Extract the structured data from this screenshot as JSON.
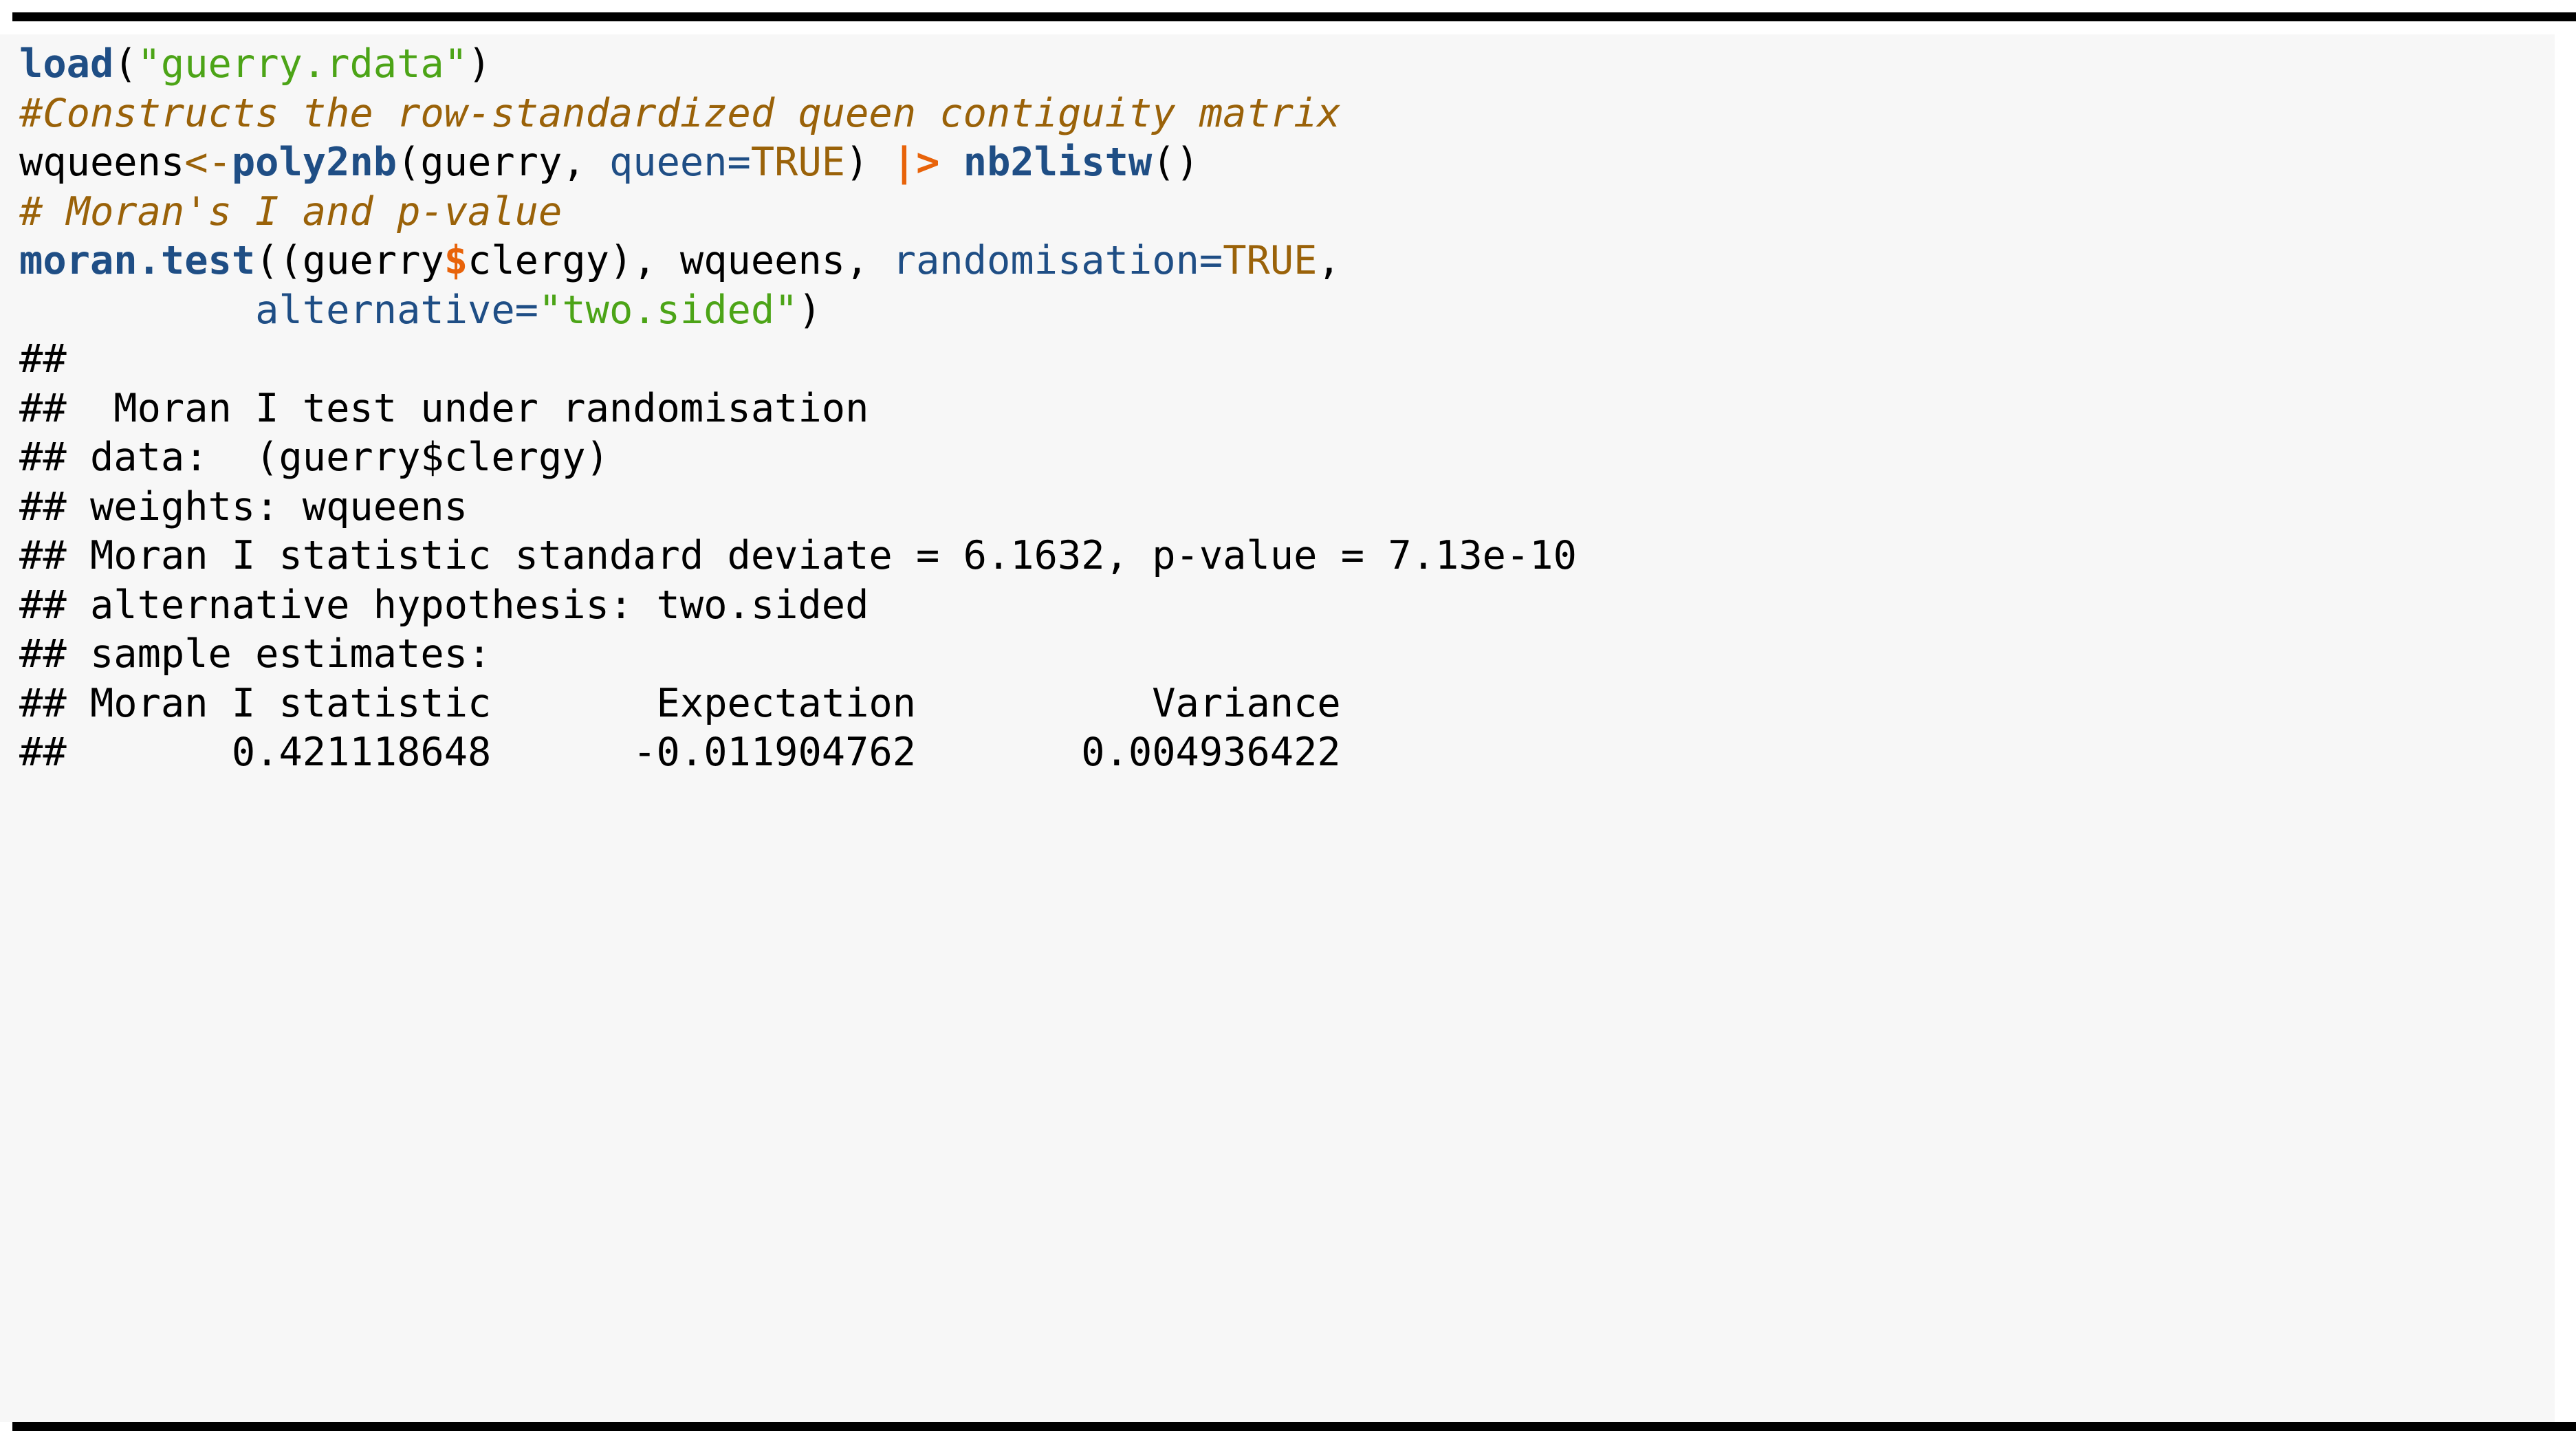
{
  "figure": {
    "kind": "r-code-chunk-with-console-output",
    "language": "R",
    "panel_background": "#f7f7f7",
    "rule_color": "#000000",
    "colors": {
      "function": "#1f4e85",
      "string": "#4ca417",
      "comment": "#9a6209",
      "argument": "#1f4e85",
      "constant": "#9a6209",
      "operator": "#9a6209",
      "pipe": "#e8630a",
      "dollar": "#e8630a",
      "plain_text": "#000000",
      "output_text": "#000000"
    }
  },
  "source": {
    "line1": {
      "fn": "load",
      "paren_open": "(",
      "string": "\"guerry.rdata\"",
      "paren_close": ")"
    },
    "line2": {
      "comment": "#Constructs the row-standardized queen contiguity matrix"
    },
    "line3": {
      "var": "wqueens",
      "assign": "<-",
      "fn1": "poly2nb",
      "args_open": "(guerry, ",
      "arg_name": "queen",
      "eq": "=",
      "const": "TRUE",
      "args_close": ") ",
      "pipe": "|>",
      "space": " ",
      "fn2": "nb2listw",
      "tail": "()"
    },
    "line4": {
      "comment": "# Moran's I and p-value"
    },
    "line5": {
      "fn": "moran.test",
      "open": "((guerry",
      "dollar": "$",
      "mid": "clergy), wqueens, ",
      "arg_name": "randomisation",
      "eq": "=",
      "const": "TRUE",
      "comma": ","
    },
    "line6": {
      "indent": "          ",
      "arg_name": "alternative",
      "eq": "=",
      "string": "\"two.sided\"",
      "paren_close": ")"
    }
  },
  "output": {
    "lines": [
      "##",
      "##  Moran I test under randomisation",
      "## data:  (guerry$clergy)",
      "## weights: wqueens",
      "## Moran I statistic standard deviate = 6.1632, p-value = 7.13e-10",
      "## alternative hypothesis: two.sided",
      "## sample estimates:",
      "## Moran I statistic       Expectation          Variance",
      "##       0.421118648      -0.011904762       0.004936422"
    ],
    "test_name": "Moran I test under randomisation",
    "data_label": "data:",
    "data_value": "(guerry$clergy)",
    "weights_label": "weights:",
    "weights_value": "wqueens",
    "standard_deviate_label": "Moran I statistic standard deviate",
    "standard_deviate_value": "6.1632",
    "p_value_label": "p-value",
    "p_value": "7.13e-10",
    "alternative_label": "alternative hypothesis:",
    "alternative_value": "two.sided",
    "estimates_label": "sample estimates:",
    "estimate_headers": [
      "Moran I statistic",
      "Expectation",
      "Variance"
    ],
    "estimate_values": [
      "0.421118648",
      "-0.011904762",
      "0.004936422"
    ]
  },
  "chart_data": {
    "type": "table",
    "title": "Moran I test under randomisation",
    "columns": [
      "Moran I statistic",
      "Expectation",
      "Variance"
    ],
    "rows": [
      [
        "0.421118648",
        "-0.011904762",
        "0.004936422"
      ]
    ],
    "annotations": {
      "standard_deviate": 6.1632,
      "p_value": 7.13e-10,
      "alternative": "two.sided",
      "data": "(guerry$clergy)",
      "weights": "wqueens"
    }
  }
}
